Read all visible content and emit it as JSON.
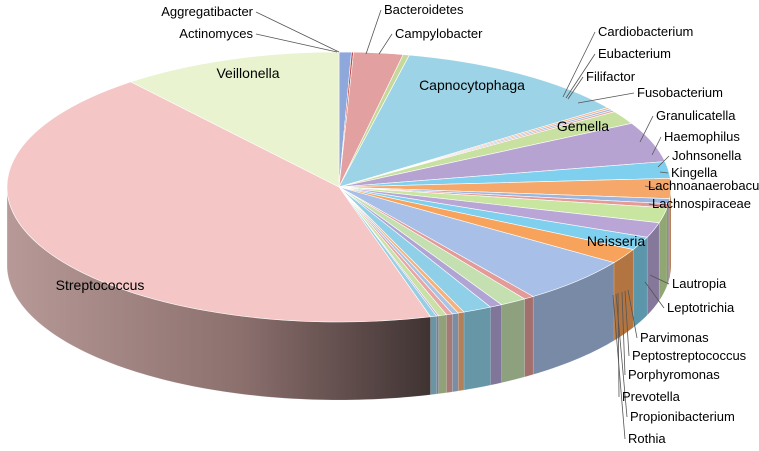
{
  "chart_data": {
    "type": "pie",
    "title": "",
    "style": "3d-exploded-perspective",
    "legend": "none",
    "slices": [
      {
        "label": "Actinomyces",
        "value": 0.6,
        "color": "#8fa8dc"
      },
      {
        "label": "Aggregatibacter",
        "value": 0.1,
        "color": "#c0504d"
      },
      {
        "label": "Bacteroidetes",
        "value": 2.4,
        "color": "#e2a0a0"
      },
      {
        "label": "Campylobacter",
        "value": 0.3,
        "color": "#c6d99a"
      },
      {
        "label": "Capnocytophaga",
        "value": 11.6,
        "color": "#9cd3e6"
      },
      {
        "label": "Cardiobacterium",
        "value": 0.2,
        "color": "#f5b88a"
      },
      {
        "label": "Eubacterium",
        "value": 0.2,
        "color": "#9fbbe3"
      },
      {
        "label": "Filifactor",
        "value": 0.2,
        "color": "#e6a9a7"
      },
      {
        "label": "Fusobacterium",
        "value": 1.6,
        "color": "#c8e0a0"
      },
      {
        "label": "Gemella",
        "value": 4.8,
        "color": "#b7a3d2"
      },
      {
        "label": "Granulicatella",
        "value": 2.0,
        "color": "#7fd0ee"
      },
      {
        "label": "Haemophilus",
        "value": 2.4,
        "color": "#f6a76a"
      },
      {
        "label": "Johnsonella",
        "value": 0.6,
        "color": "#9ab5e0"
      },
      {
        "label": "Kingella",
        "value": 0.5,
        "color": "#e59a98"
      },
      {
        "label": "Lachnoanaerobaculum",
        "value": 1.8,
        "color": "#c8e6a0"
      },
      {
        "label": "Lachnospiraceae",
        "value": 1.8,
        "color": "#b9a6d6"
      },
      {
        "label": "",
        "value": 1.6,
        "color": "#7fd0ee"
      },
      {
        "label": "",
        "value": 1.8,
        "color": "#f7a35c"
      },
      {
        "label": "Neisseria",
        "value": 5.6,
        "color": "#a8c0e8"
      },
      {
        "label": "Lautropia",
        "value": 0.5,
        "color": "#e39a98"
      },
      {
        "label": "Leptotrichia",
        "value": 1.3,
        "color": "#c5e0b0"
      },
      {
        "label": "",
        "value": 0.6,
        "color": "#b0a4d4"
      },
      {
        "label": "",
        "value": 1.4,
        "color": "#8fd0e8"
      },
      {
        "label": "Parvimonas",
        "value": 0.3,
        "color": "#f7b27c"
      },
      {
        "label": "Peptostreptococcus",
        "value": 0.3,
        "color": "#aac4e4"
      },
      {
        "label": "Porphyromonas",
        "value": 0.3,
        "color": "#e7a6a4"
      },
      {
        "label": "Prevotella",
        "value": 0.4,
        "color": "#c9e1a6"
      },
      {
        "label": "Propionibacterium",
        "value": 0.1,
        "color": "#b7a6d6"
      },
      {
        "label": "Rothia",
        "value": 0.3,
        "color": "#96cfe4"
      },
      {
        "label": "Streptococcus",
        "value": 43.7,
        "color": "#f4c7c6"
      },
      {
        "label": "Veillonella",
        "value": 10.8,
        "color": "#e9f3cf"
      }
    ]
  }
}
